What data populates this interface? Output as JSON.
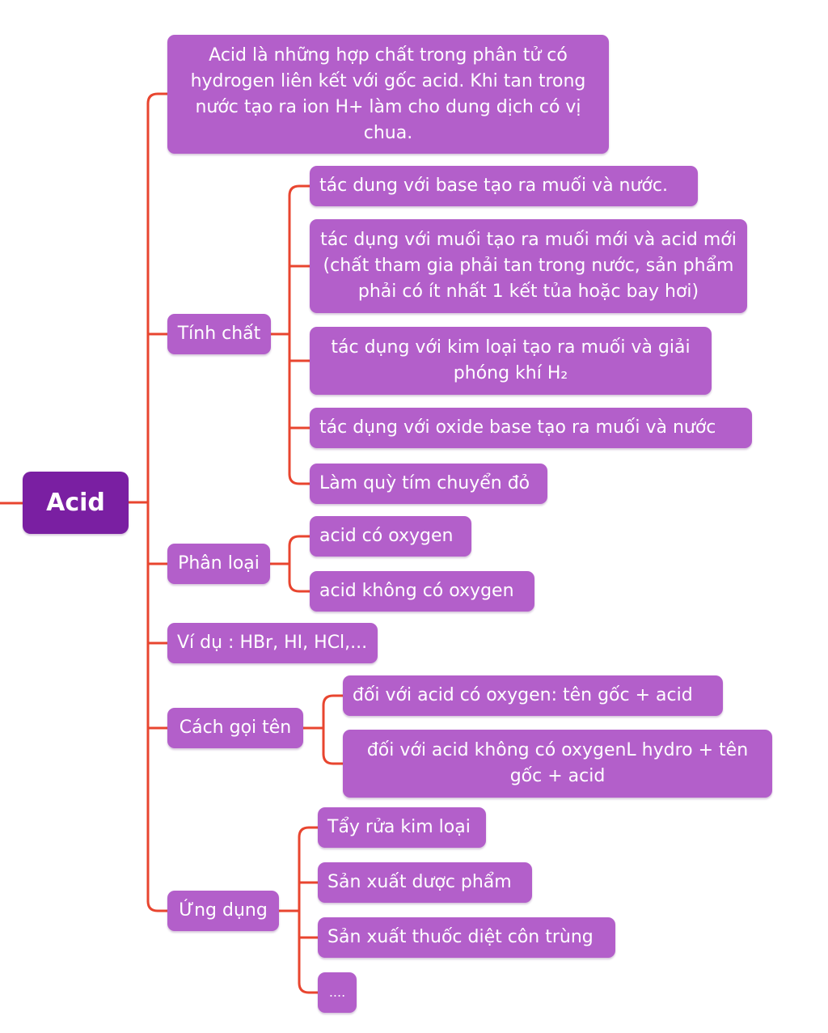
{
  "colors": {
    "root_fill": "#7a1fa2",
    "node_fill": "#b35fca",
    "text": "#ffffff",
    "connector": "#e8452f"
  },
  "root": {
    "label": "Acid"
  },
  "branches": {
    "definition": "Acid là những hợp chất trong phân tử  có hydrogen liên kết với gốc acid. Khi tan trong nước tạo ra ion H+ làm cho dung dịch có vị chua.",
    "properties": {
      "label": "Tính chất",
      "items": [
        "tác dung với base tạo ra muối và nước.",
        "tác dụng với muối tạo ra muối mới và acid mới (chất tham gia phải tan trong nước, sản phẩm phải có ít nhất 1 kết tủa hoặc bay hơi)",
        "tác dụng với kim loại tạo ra muối và giải phóng khí H₂",
        "tác dụng với oxide base tạo ra muối và nước",
        "Làm quỳ tím chuyển đỏ"
      ]
    },
    "classification": {
      "label": "Phân loại",
      "items": [
        "acid có oxygen",
        "acid không có oxygen"
      ]
    },
    "examples": {
      "label": "Ví dụ : HBr, HI, HCl,..."
    },
    "naming": {
      "label": "Cách gọi tên",
      "items": [
        "đối với acid có oxygen: tên gốc + acid",
        "đối với acid không có oxygenL hydro + tên gốc + acid"
      ]
    },
    "applications": {
      "label": "Ứng dụng",
      "items": [
        "Tẩy rửa kim loại",
        "Sản xuất dược phẩm",
        "Sản xuất thuốc diệt côn trùng",
        "...."
      ]
    }
  }
}
